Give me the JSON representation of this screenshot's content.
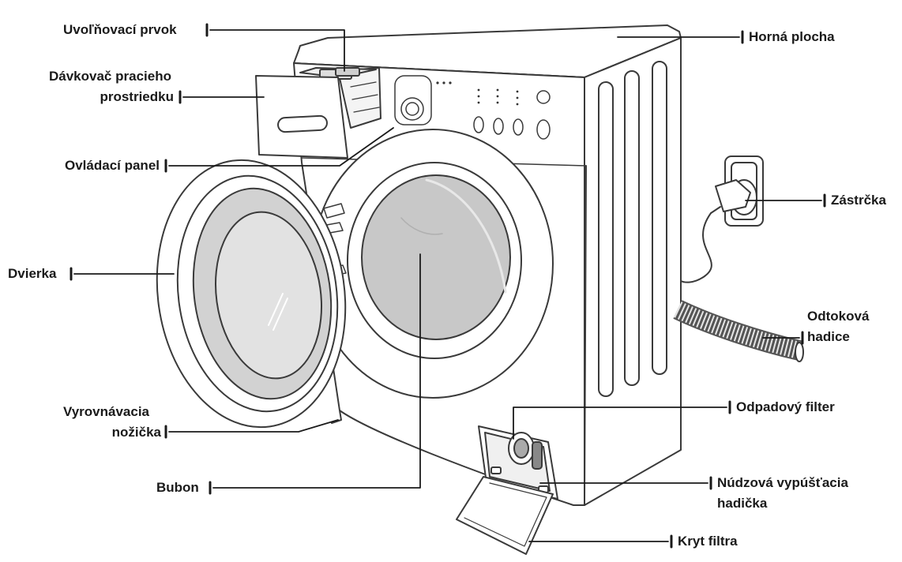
{
  "labels": {
    "release": "Uvoľňovací prvok",
    "dispenser_line1": "Dávkovač pracieho",
    "dispenser_line2": "prostriedku",
    "control_panel": "Ovládací panel",
    "door": "Dvierka",
    "leveling_line1": "Vyrovnávacia",
    "leveling_line2": "nožička",
    "drum": "Bubon",
    "top": "Horná plocha",
    "plug": "Zástrčka",
    "drain_hose_line1": "Odtoková",
    "drain_hose_line2": "hadice",
    "filter": "Odpadový filter",
    "emergency_line1": "Núdzová vypúšťacia",
    "emergency_line2": "hadička",
    "filter_cover": "Kryt filtra"
  },
  "colors": {
    "ink": "#1a1a1a",
    "outline": "#3a3a3a",
    "glass": "#c8c8c8",
    "body_fill": "#ffffff"
  }
}
